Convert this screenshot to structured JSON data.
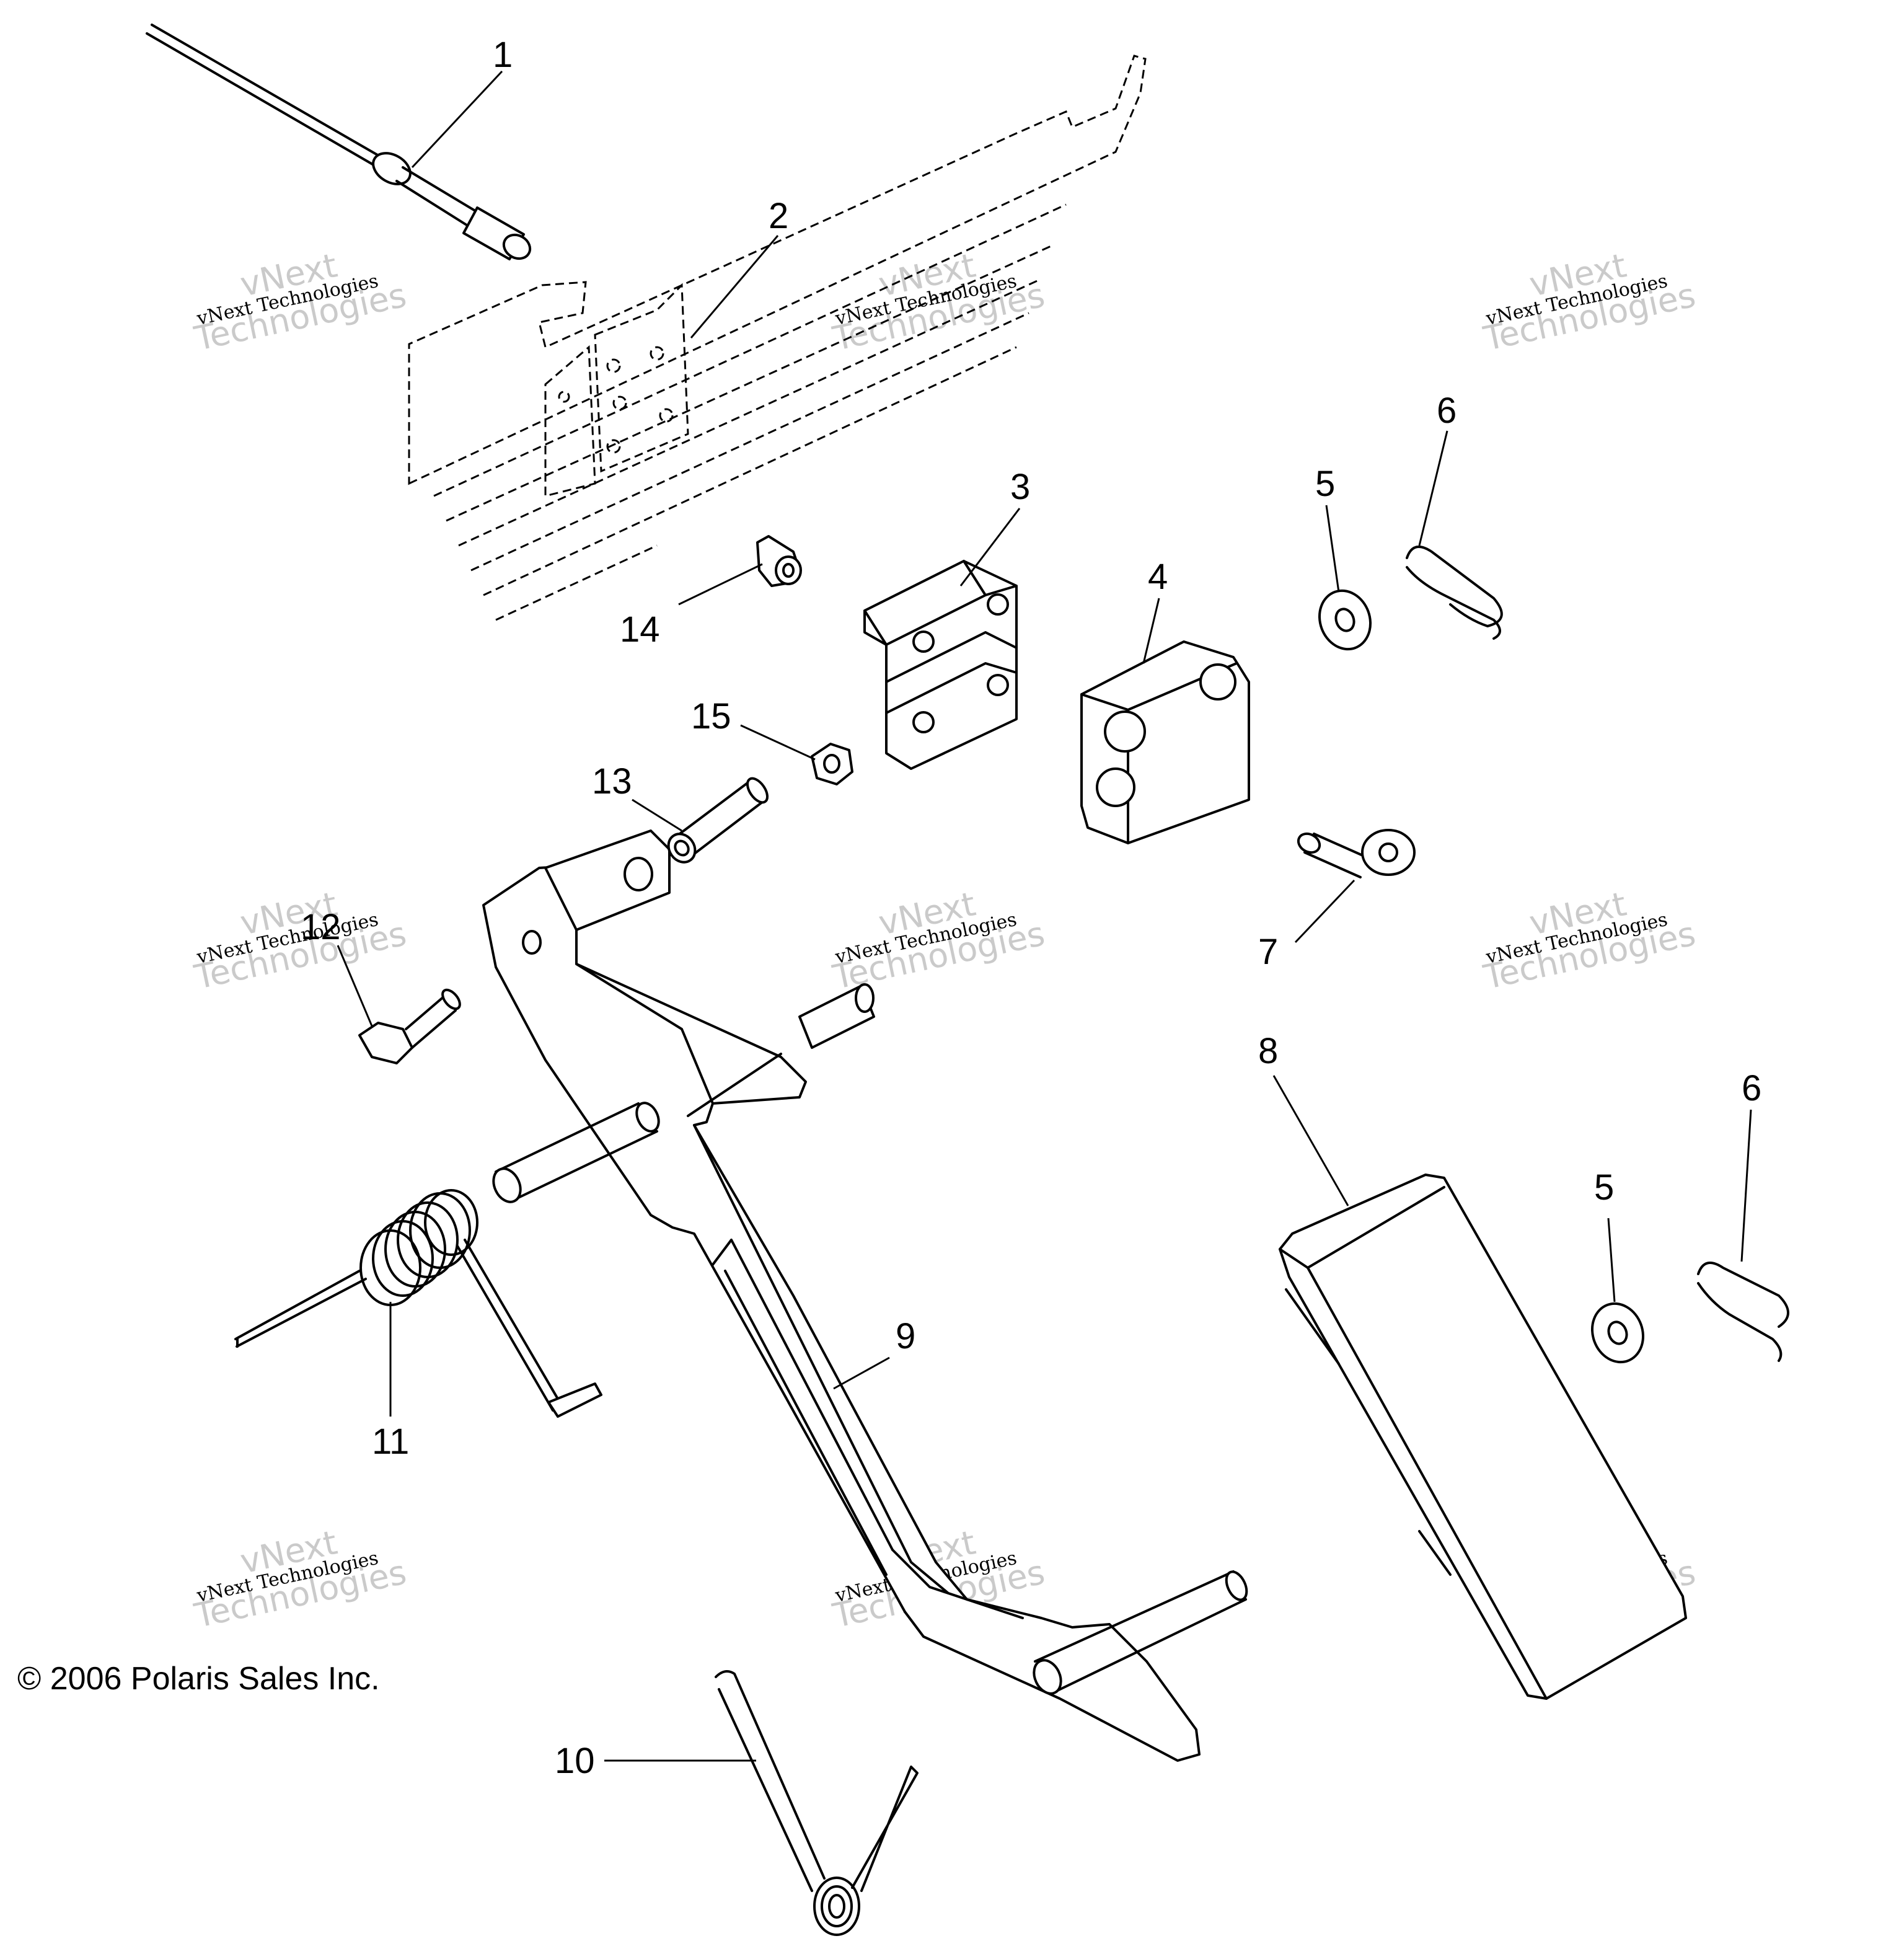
{
  "callouts": {
    "c1": "1",
    "c2": "2",
    "c3": "3",
    "c4": "4",
    "c5a": "5",
    "c5b": "5",
    "c6a": "6",
    "c6b": "6",
    "c7": "7",
    "c8": "8",
    "c9": "9",
    "c10": "10",
    "c11": "11",
    "c12": "12",
    "c13": "13",
    "c14": "14",
    "c15": "15"
  },
  "watermark": {
    "line_small": "vNext Technologies",
    "big_top": "vNext",
    "big_bottom": "Technologies"
  },
  "copyright": "© 2006 Polaris Sales Inc."
}
